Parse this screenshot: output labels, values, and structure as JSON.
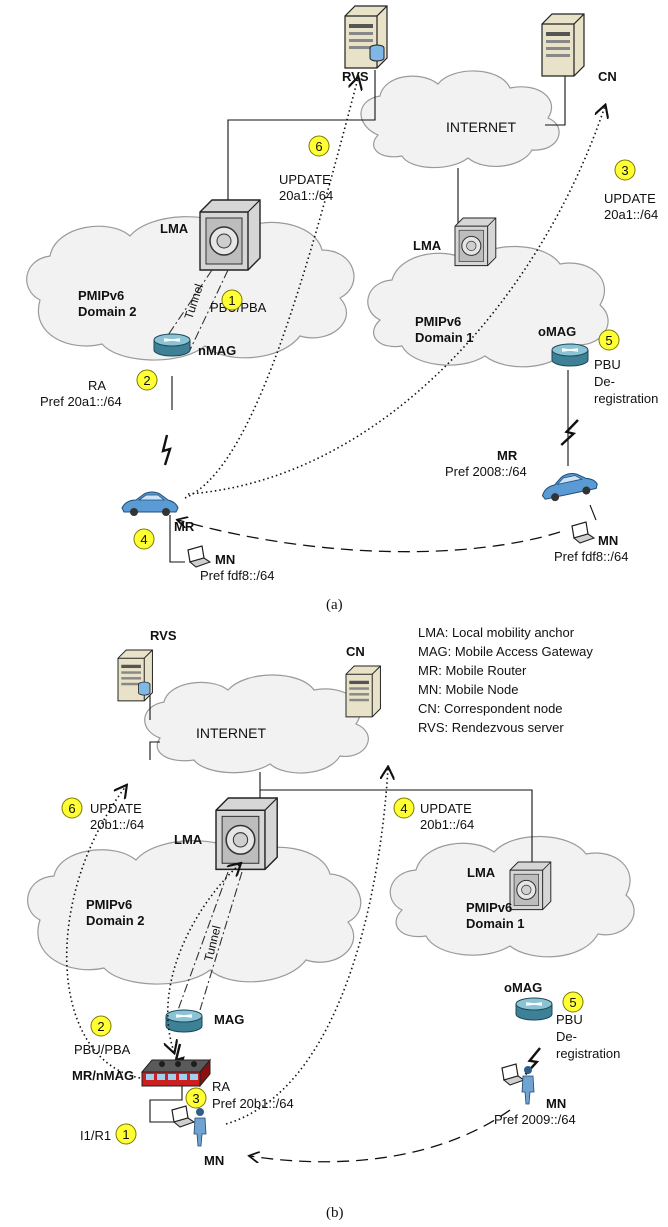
{
  "panel_a": {
    "rvs": "RVS",
    "cn": "CN",
    "internet": "INTERNET",
    "lma_left": "LMA",
    "lma_right": "LMA",
    "domain2_l1": "PMIPv6",
    "domain2_l2": "Domain 2",
    "domain1_l1": "PMIPv6",
    "domain1_l2": "Domain 1",
    "tunnel": "Tunnel",
    "nmag": "nMAG",
    "omag": "oMAG",
    "step1": "1",
    "step1_text": "PBU/PBA",
    "step2": "2",
    "step2_l1": "RA",
    "step2_l2": "Pref 20a1::/64",
    "step3": "3",
    "step3_l1": "UPDATE",
    "step3_l2": "20a1::/64",
    "step4": "4",
    "step5": "5",
    "step5_l1": "PBU",
    "step5_l2": "De-",
    "step5_l3": "registration",
    "step6": "6",
    "step6_l1": "UPDATE",
    "step6_l2": "20a1::/64",
    "mr_new": "MR",
    "mn_new": "MN",
    "mn_new_pref": "Pref fdf8::/64",
    "mr_old": "MR",
    "mr_old_pref": "Pref 2008::/64",
    "mn_old": "MN",
    "mn_old_pref": "Pref fdf8::/64",
    "caption": "(a)"
  },
  "panel_b": {
    "rvs": "RVS",
    "cn": "CN",
    "internet": "INTERNET",
    "lma_left": "LMA",
    "lma_right": "LMA",
    "domain2_l1": "PMIPv6",
    "domain2_l2": "Domain 2",
    "domain1_l1": "PMIPv6",
    "domain1_l2": "Domain 1",
    "tunnel": "Tunnel",
    "mag": "MAG",
    "omag": "oMAG",
    "mrnmag": "MR/nMAG",
    "step1": "1",
    "step1_text": "I1/R1",
    "step2": "2",
    "step2_text": "PBU/PBA",
    "step3": "3",
    "step3_l1": "RA",
    "step3_l2": "Pref 20b1::/64",
    "step4": "4",
    "step4_l1": "UPDATE",
    "step4_l2": "20b1::/64",
    "step5": "5",
    "step5_l1": "PBU",
    "step5_l2": "De-",
    "step5_l3": "registration",
    "step6": "6",
    "step6_l1": "UPDATE",
    "step6_l2": "20b1::/64",
    "mn_new": "MN",
    "mn_old": "MN",
    "mn_old_pref": "Pref 2009::/64",
    "caption": "(b)",
    "legend": [
      "LMA:  Local mobility anchor",
      "MAG: Mobile Access Gateway",
      "MR:    Mobile Router",
      "MN:   Mobile Node",
      "CN:    Correspondent node",
      "RVS: Rendezvous server"
    ]
  },
  "colors": {
    "badge": "#ffff33",
    "cloud": "#f2f2f2",
    "router": "#5fa0b4",
    "car": "#5b9bd5",
    "bus": "#cc1f1f"
  }
}
